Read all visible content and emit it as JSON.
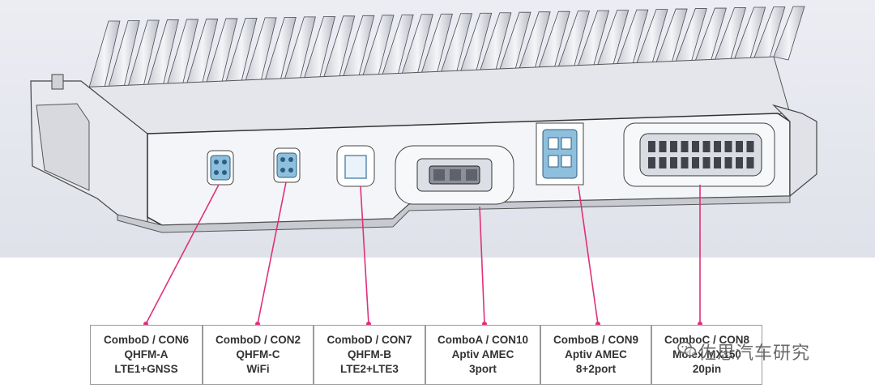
{
  "callouts": [
    {
      "line1": "ComboD / CON6",
      "line2": "QHFM-A",
      "line3": "LTE1+GNSS"
    },
    {
      "line1": "ComboD / CON2",
      "line2": "QHFM-C",
      "line3": "WiFi"
    },
    {
      "line1": "ComboD / CON7",
      "line2": "QHFM-B",
      "line3": "LTE2+LTE3"
    },
    {
      "line1": "ComboA / CON10",
      "line2": "Aptiv AMEC",
      "line3": "3port"
    },
    {
      "line1": "ComboB / CON9",
      "line2": "Aptiv AMEC",
      "line3": "8+2port"
    },
    {
      "line1": "ComboC / CON8",
      "line2": "Molex MX150",
      "line3": "20pin"
    }
  ],
  "watermark": {
    "text": "佐思汽车研究",
    "icon": "wechat-icon"
  },
  "colors": {
    "leader": "#e0307a",
    "connector": "#7fb6d8",
    "housing": "#f2f3f6",
    "background": "#e6e9f0"
  }
}
